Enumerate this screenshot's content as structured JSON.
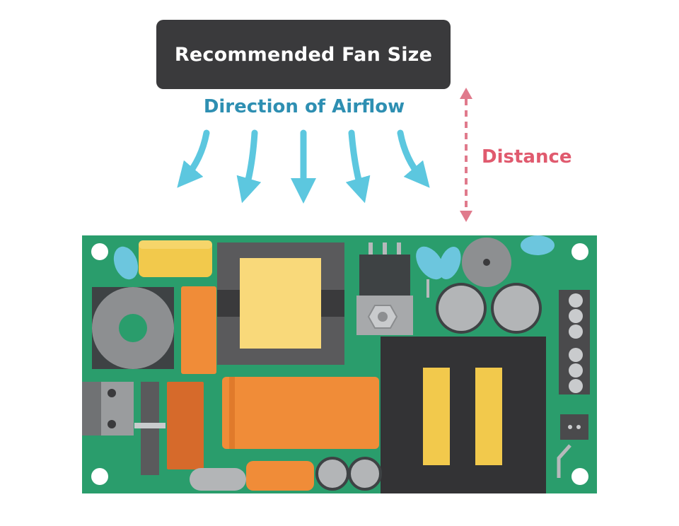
{
  "labels": {
    "fan": "Recommended Fan Size",
    "airflow": "Direction of Airflow",
    "distance": "Distance"
  },
  "colors": {
    "fan_box": "#3a3a3c",
    "airflow_text": "#2e8fb2",
    "arrows": "#5cc7df",
    "distance": "#e05a6e",
    "board": "#2a9d6c",
    "component_orange": "#f08c38",
    "component_yellow": "#f2c94c",
    "transformer_core": "#5a5a5c",
    "inductor_gray": "#8d8f91"
  },
  "icons": {
    "airflow_arrows": "curved-down-arrow-icon",
    "distance_marker": "double-arrow-vertical-icon",
    "board": "circuit-board-icon"
  }
}
